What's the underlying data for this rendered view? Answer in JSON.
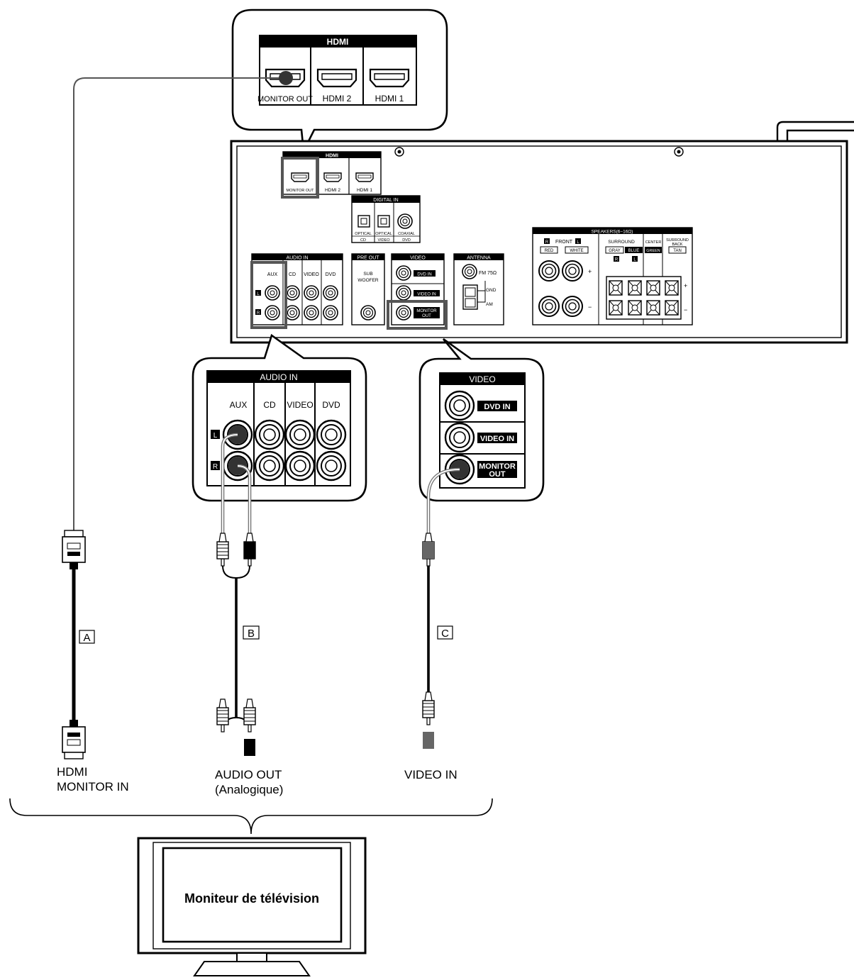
{
  "zoom_hdmi": {
    "header": "HDMI",
    "monitor_out": "MONITOR OUT",
    "hdmi2": "HDMI 2",
    "hdmi1": "HDMI 1"
  },
  "panel": {
    "hdmi": {
      "header": "HDMI",
      "monitor_out": "MONITOR OUT",
      "hdmi2": "HDMI 2",
      "hdmi1": "HDMI 1"
    },
    "digital_in": {
      "header": "DIGITAL IN",
      "optical": "OPTICAL",
      "coaxial": "COAXIAL",
      "cd": "CD",
      "video": "VIDEO",
      "dvd": "DVD"
    },
    "audio_in": {
      "header": "AUDIO IN",
      "aux": "AUX",
      "cd": "CD",
      "video": "VIDEO",
      "dvd": "DVD",
      "l": "L",
      "r": "R"
    },
    "pre_out": {
      "header": "PRE OUT",
      "sub": "SUB",
      "woofer": "WOOFER"
    },
    "video": {
      "header": "VIDEO",
      "dvd_in": "DVD IN",
      "video_in": "VIDEO IN",
      "monitor": "MONITOR",
      "out": "OUT"
    },
    "antenna": {
      "header": "ANTENNA",
      "fm": "FM 75Ω",
      "gnd": "GND",
      "am": "AM"
    },
    "speakers": {
      "header": "SPEAKERS(6−16Ω)",
      "front": "FRONT",
      "r": "R",
      "l": "L",
      "red": "RED",
      "white": "WHITE",
      "surround": "SURROUND",
      "gray": "GRAY",
      "blue": "BLUE",
      "center": "CENTER",
      "green": "GREEN",
      "surround_back_1": "SURROUND",
      "surround_back_2": "BACK",
      "tan": "TAN",
      "plus": "+",
      "minus": "−"
    }
  },
  "zoom_audio": {
    "header": "AUDIO IN",
    "aux": "AUX",
    "cd": "CD",
    "video": "VIDEO",
    "dvd": "DVD",
    "l": "L",
    "r": "R"
  },
  "zoom_video": {
    "header": "VIDEO",
    "dvd_in": "DVD IN",
    "video_in": "VIDEO IN",
    "monitor": "MONITOR",
    "out": "OUT"
  },
  "cables": {
    "a": "A",
    "b": "B",
    "c": "C"
  },
  "labels": {
    "hdmi_line1": "HDMI",
    "hdmi_line2": "MONITOR IN",
    "audio_line1": "AUDIO OUT",
    "audio_line2": "(Analogique)",
    "video_in": "VIDEO IN",
    "tv": "Moniteur de télévision"
  }
}
